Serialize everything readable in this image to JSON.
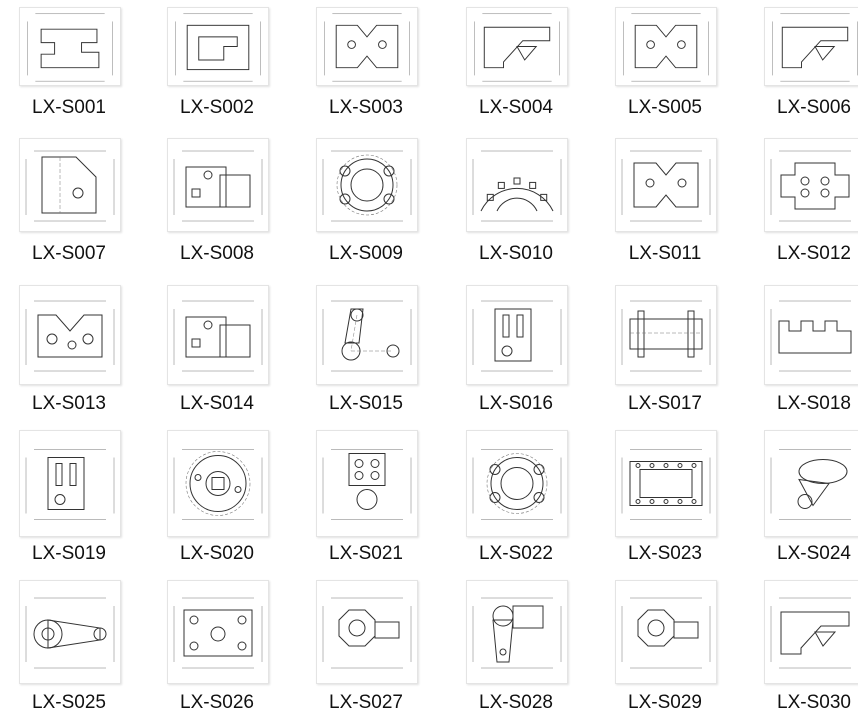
{
  "gallery": {
    "items": [
      {
        "code": "LX-S001",
        "shape": "steps"
      },
      {
        "code": "LX-S002",
        "shape": "steps2"
      },
      {
        "code": "LX-S003",
        "shape": "notch"
      },
      {
        "code": "LX-S004",
        "shape": "angled"
      },
      {
        "code": "LX-S005",
        "shape": "notch"
      },
      {
        "code": "LX-S006",
        "shape": "angled"
      },
      {
        "code": "LX-S007",
        "shape": "tall"
      },
      {
        "code": "LX-S008",
        "shape": "blocky"
      },
      {
        "code": "LX-S009",
        "shape": "flange"
      },
      {
        "code": "LX-S010",
        "shape": "fan"
      },
      {
        "code": "LX-S011",
        "shape": "notch"
      },
      {
        "code": "LX-S012",
        "shape": "cross"
      },
      {
        "code": "LX-S013",
        "shape": "holes"
      },
      {
        "code": "LX-S014",
        "shape": "blocky"
      },
      {
        "code": "LX-S015",
        "shape": "arm"
      },
      {
        "code": "LX-S016",
        "shape": "slots"
      },
      {
        "code": "LX-S017",
        "shape": "rails"
      },
      {
        "code": "LX-S018",
        "shape": "comb"
      },
      {
        "code": "LX-S019",
        "shape": "slots"
      },
      {
        "code": "LX-S020",
        "shape": "disc"
      },
      {
        "code": "LX-S021",
        "shape": "tower"
      },
      {
        "code": "LX-S022",
        "shape": "flange"
      },
      {
        "code": "LX-S023",
        "shape": "frame"
      },
      {
        "code": "LX-S024",
        "shape": "cam"
      },
      {
        "code": "LX-S025",
        "shape": "lever"
      },
      {
        "code": "LX-S026",
        "shape": "plate"
      },
      {
        "code": "LX-S027",
        "shape": "octa"
      },
      {
        "code": "LX-S028",
        "shape": "hook"
      },
      {
        "code": "LX-S029",
        "shape": "octa"
      },
      {
        "code": "LX-S030",
        "shape": "angled"
      }
    ]
  }
}
